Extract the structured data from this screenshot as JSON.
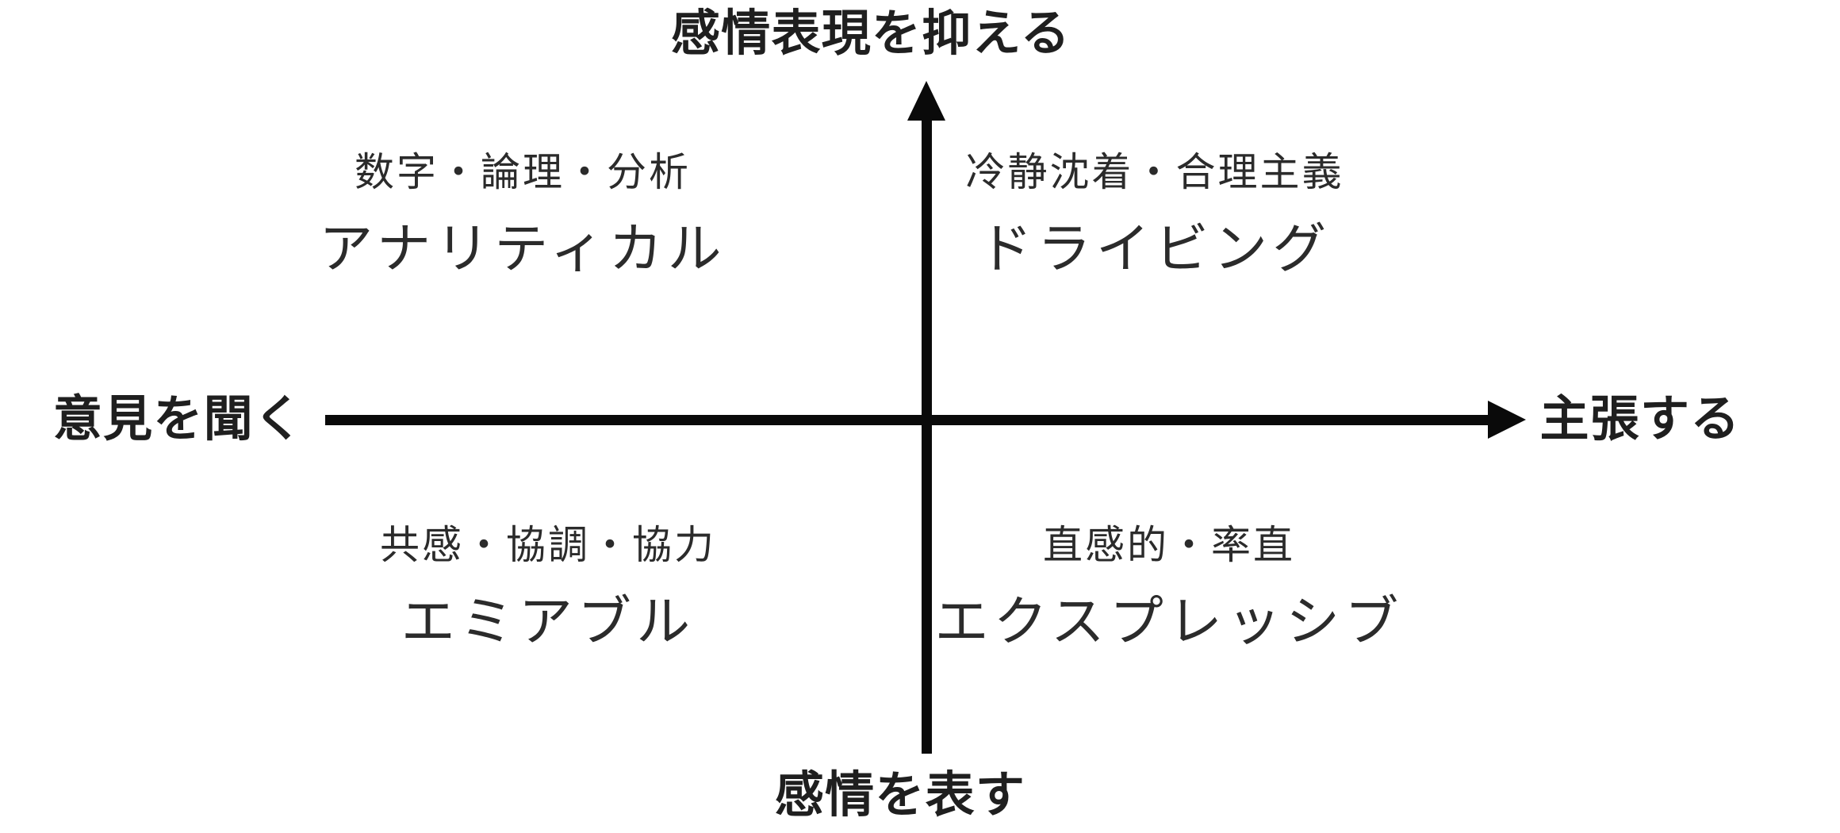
{
  "diagram": {
    "title_semantic": "social-styles-quadrant",
    "colors": {
      "background": "#ffffff",
      "line": "#0a0a0a",
      "label_text": "#1f1f1f",
      "quadrant_text": "#2b2b2b"
    }
  },
  "axes": {
    "top_label": "感情表現を抑える",
    "bottom_label": "感情を表す",
    "left_label": "意見を聞く",
    "right_label": "主張する"
  },
  "quadrants": [
    {
      "position": "top-left",
      "traits": "数字・論理・分析",
      "name": "アナリティカル"
    },
    {
      "position": "top-right",
      "traits": "冷静沈着・合理主義",
      "name": "ドライビング"
    },
    {
      "position": "bottom-left",
      "traits": "共感・協調・協力",
      "name": "エミアブル"
    },
    {
      "position": "bottom-right",
      "traits": "直感的・率直",
      "name": "エクスプレッシブ"
    }
  ]
}
